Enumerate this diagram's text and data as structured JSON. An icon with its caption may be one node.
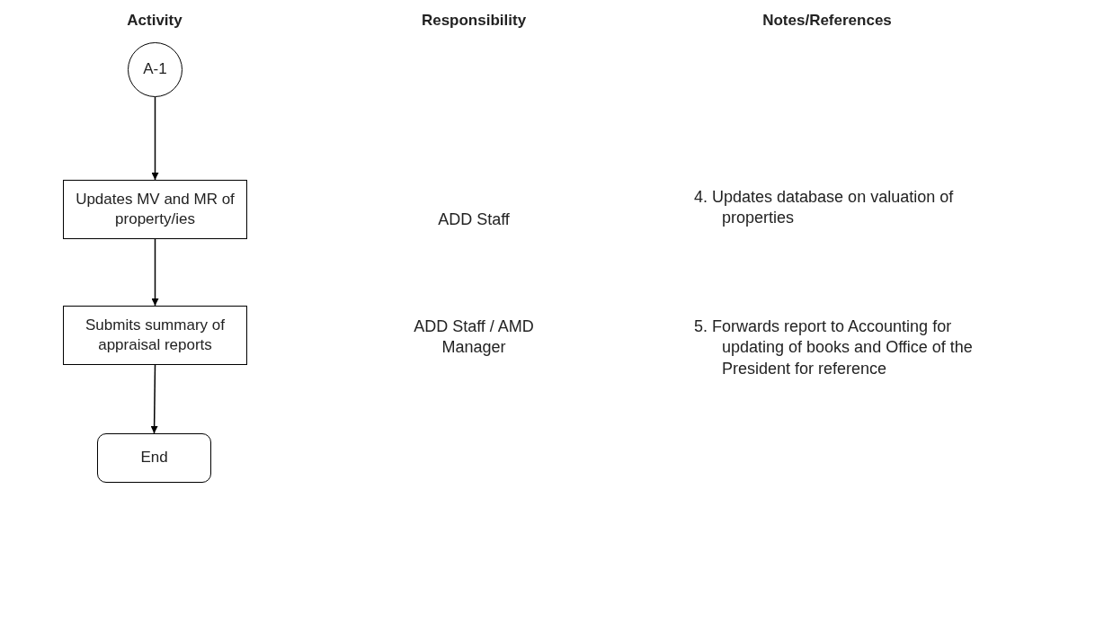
{
  "diagram": {
    "nodes": [
      {
        "text": [
          "A-1"
        ]
      },
      {
        "text": [
          "Updates MV and MR of property/ies"
        ]
      },
      {
        "text": [
          "Submits summary of appraisal reports"
        ]
      },
      {
        "text": [
          "End"
        ]
      }
    ],
    "edges": [
      {
        "from": 0,
        "to": 1,
        "arrow": "to"
      },
      {
        "from": 1,
        "to": 2,
        "arrow": "to"
      },
      {
        "from": 2,
        "to": 3,
        "arrow": "to"
      }
    ],
    "labels": [
      "Activity",
      "Responsibility",
      "Notes/References",
      "ADD Staff",
      "4. Updates database on valuation of properties",
      "ADD Staff / AMD Manager",
      "5. Forwards report to Accounting for updating of books and Office of the President for reference"
    ]
  }
}
